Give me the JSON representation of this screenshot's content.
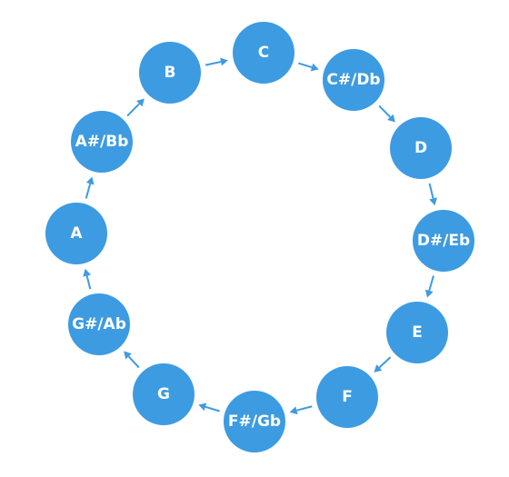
{
  "colors": {
    "node": "#3d9be2",
    "arrow": "#3d9be2",
    "label": "#ffffff"
  },
  "notes": [
    {
      "id": "C",
      "label": "C"
    },
    {
      "id": "Cs-Db",
      "label": "C#/Db"
    },
    {
      "id": "D",
      "label": "D"
    },
    {
      "id": "Ds-Eb",
      "label": "D#/Eb"
    },
    {
      "id": "E",
      "label": "E"
    },
    {
      "id": "F",
      "label": "F"
    },
    {
      "id": "Fs-Gb",
      "label": "F#/Gb"
    },
    {
      "id": "G",
      "label": "G"
    },
    {
      "id": "Gs-Ab",
      "label": "G#/Ab"
    },
    {
      "id": "A",
      "label": "A"
    },
    {
      "id": "As-Bb",
      "label": "A#/Bb"
    },
    {
      "id": "B",
      "label": "B"
    }
  ],
  "edges": [
    {
      "from": "C",
      "to": "Cs-Db"
    },
    {
      "from": "Cs-Db",
      "to": "D"
    },
    {
      "from": "D",
      "to": "Ds-Eb"
    },
    {
      "from": "Ds-Eb",
      "to": "E"
    },
    {
      "from": "E",
      "to": "F"
    },
    {
      "from": "F",
      "to": "Fs-Gb"
    },
    {
      "from": "Fs-Gb",
      "to": "G"
    },
    {
      "from": "G",
      "to": "Gs-Ab"
    },
    {
      "from": "Gs-Ab",
      "to": "A"
    },
    {
      "from": "A",
      "to": "As-Bb"
    },
    {
      "from": "As-Bb",
      "to": "B"
    },
    {
      "from": "B",
      "to": "C"
    }
  ]
}
